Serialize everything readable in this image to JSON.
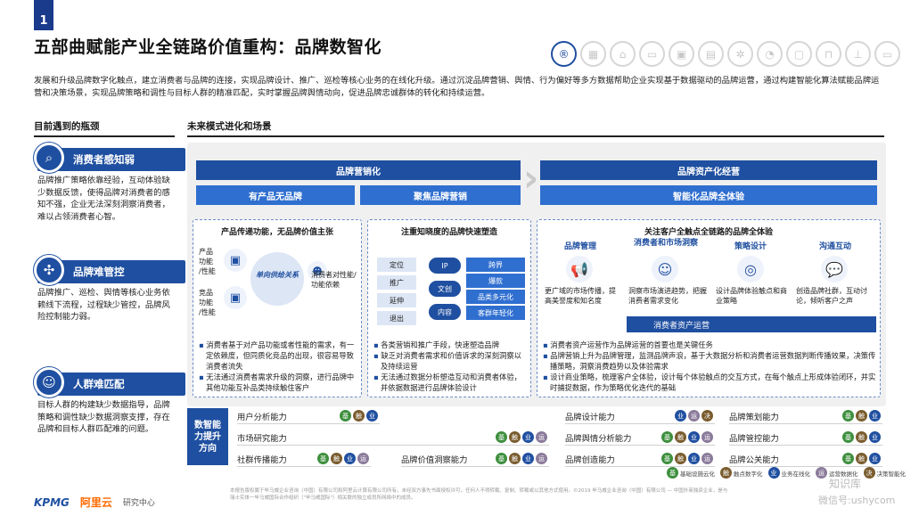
{
  "page_number": "1",
  "title": "五部曲赋能产业全链路价值重构：品牌数智化",
  "intro": "发展和升级品牌数字化触点，建立消费者与品牌的连接，实现品牌设计、推广、巡检等核心业务的在线化升级。通过沉淀品牌营销、舆情、行为偏好等多方数据帮助企业实现基于数据驱动的品牌运营，通过构建智能化算法赋能品牌运营和决策场景，实现品牌策略和调性与目标人群的精准匹配，实时掌握品牌舆情动向，促进品牌忠诚群体的转化和持续运营。",
  "left_heading": "目前遇到的瓶颈",
  "right_heading": "未来模式进化和场景",
  "pain_points": [
    {
      "title": "消费者感知弱",
      "text": "品牌推广策略依靠经验，互动体验缺少数据反馈，使得品牌对消费者的感知不强，企业无法深刻洞察消费者，难以占领消费者心智。"
    },
    {
      "title": "品牌难管控",
      "text": "品牌推广、巡检、舆情等核心业务依赖线下流程，过程缺少管控，品牌风险控制能力弱。"
    },
    {
      "title": "人群难匹配",
      "text": "目标人群的构建缺少数据指导，品牌策略和调性缺少数据洞察支撑，存在品牌和目标人群匹配难的问题。"
    }
  ],
  "banners": {
    "left": "品牌营销化",
    "left_sub1": "有产品无品牌",
    "left_sub2": "聚焦品牌营销",
    "right": "品牌资产化经营",
    "right_sub": "智能化品牌全体验"
  },
  "panel1": {
    "title": "产品传递功能，无品牌价值主张",
    "product_label": "产品\n功能\n/性能",
    "competitor_label": "竞品\n功能\n/性能",
    "center_label": "单向供给关系",
    "consumer_label": "消费者对性能/功能依赖",
    "bullets": [
      "消费者基于对产品功能或者性能的需求，有一定依赖度，但同质化竞品的出现，很容易导致消费者流失",
      "无法通过消费者需求升级的洞察，进行品牌中其他功能互补品类持续触住客户"
    ]
  },
  "panel2": {
    "title": "注重知晓度的品牌快速塑造",
    "left_items": [
      "定位",
      "推广",
      "延伸",
      "退出"
    ],
    "ovals": [
      "IP",
      "文创",
      "内容"
    ],
    "right_items": [
      "跨界",
      "爆款",
      "品类多元化",
      "客群年轻化"
    ],
    "bullets": [
      "各类营销和推广手段，快速塑造品牌",
      "缺乏对消费者需求和价值诉求的深刻洞察以及持续运营",
      "无法通过数据分析塑造互动和消费者体验，并依据数据进行品牌体验设计"
    ]
  },
  "panel3": {
    "title": "关注客户全触点全链路的品牌全体验",
    "scenarios": [
      {
        "name": "品牌管理",
        "icon": "megaphone-icon",
        "desc": "更广域的市场传播，提高美誉度和知名度"
      },
      {
        "name": "消费者和市场洞察",
        "icon": "people-icon",
        "desc": "洞察市场演进趋势，把握消费者需求变化"
      },
      {
        "name": "策略设计",
        "icon": "target-icon",
        "desc": "设计品牌体验触点和商业策略"
      },
      {
        "name": "沟通互动",
        "icon": "chat-icon",
        "desc": "创造品牌社群，互动讨论，倾听客户之声"
      }
    ],
    "asset_bar": "消费者资产运营",
    "bullets": [
      "消费者资产运营作为品牌运营的首要也是关键任务",
      "品牌营销上升为品牌管理，监测品牌声浪，基于大数据分析和消费者运营数据判断传播效果，决策传播策略，洞察消费趋势以及体验需求",
      "设计商业策略，梳理客户全体验，设计每个体验触点的交互方式，在每个触点上形成体验闭环，并实时捕捉数据，作为策略优化迭代的基础"
    ]
  },
  "capability": {
    "label": "数智能力提升方向",
    "items": [
      {
        "name": "用户分析能力",
        "dots": [
          "基",
          "触",
          "业"
        ]
      },
      {
        "name": "市场研究能力",
        "dots": [
          "基",
          "触",
          "业",
          "运"
        ]
      },
      {
        "name": "社群传播能力",
        "dots": [
          "基",
          "触",
          "业",
          "运"
        ]
      },
      {
        "name": "品牌价值洞察能力",
        "dots": [
          "基",
          "触",
          "业",
          "运"
        ]
      },
      {
        "name": "品牌设计能力",
        "dots": [
          "业",
          "运",
          "决"
        ]
      },
      {
        "name": "品牌舆情分析能力",
        "dots": [
          "基",
          "触",
          "业",
          "运"
        ]
      },
      {
        "name": "品牌创造能力",
        "dots": [
          "基",
          "触",
          "业",
          "运"
        ]
      },
      {
        "name": "品牌策划能力",
        "dots": [
          "基",
          "触",
          "业"
        ]
      },
      {
        "name": "品牌管控能力",
        "dots": [
          "基",
          "触",
          "业"
        ]
      },
      {
        "name": "品牌公关能力",
        "dots": [
          "基",
          "触",
          "业"
        ]
      }
    ]
  },
  "legend": [
    {
      "abbr": "基",
      "label": "基础设施云化"
    },
    {
      "abbr": "触",
      "label": "触点数字化"
    },
    {
      "abbr": "业",
      "label": "业务在线化"
    },
    {
      "abbr": "运",
      "label": "运营数据化"
    },
    {
      "abbr": "决",
      "label": "决策智能化"
    }
  ],
  "footer": {
    "kpmg": "KPMG",
    "aliyun": "阿里云",
    "research": "研究中心",
    "note": "本报告版权属于毕马威企业咨询（中国）有限公司和阿里云计算有限公司所有。未经双方事先书面授权许可，任何人不得转载、复制、转载或以其他方式使用。©2019 毕马威企业咨询（中国）有限公司 — 中国外商独资企业，是与瑞士实体一毕马威国际合作组织（\"毕马威国际\"）相关联的独立成员所网络中的成员。",
    "watermark1": "知识库",
    "watermark2": "微信号:ushycom"
  }
}
